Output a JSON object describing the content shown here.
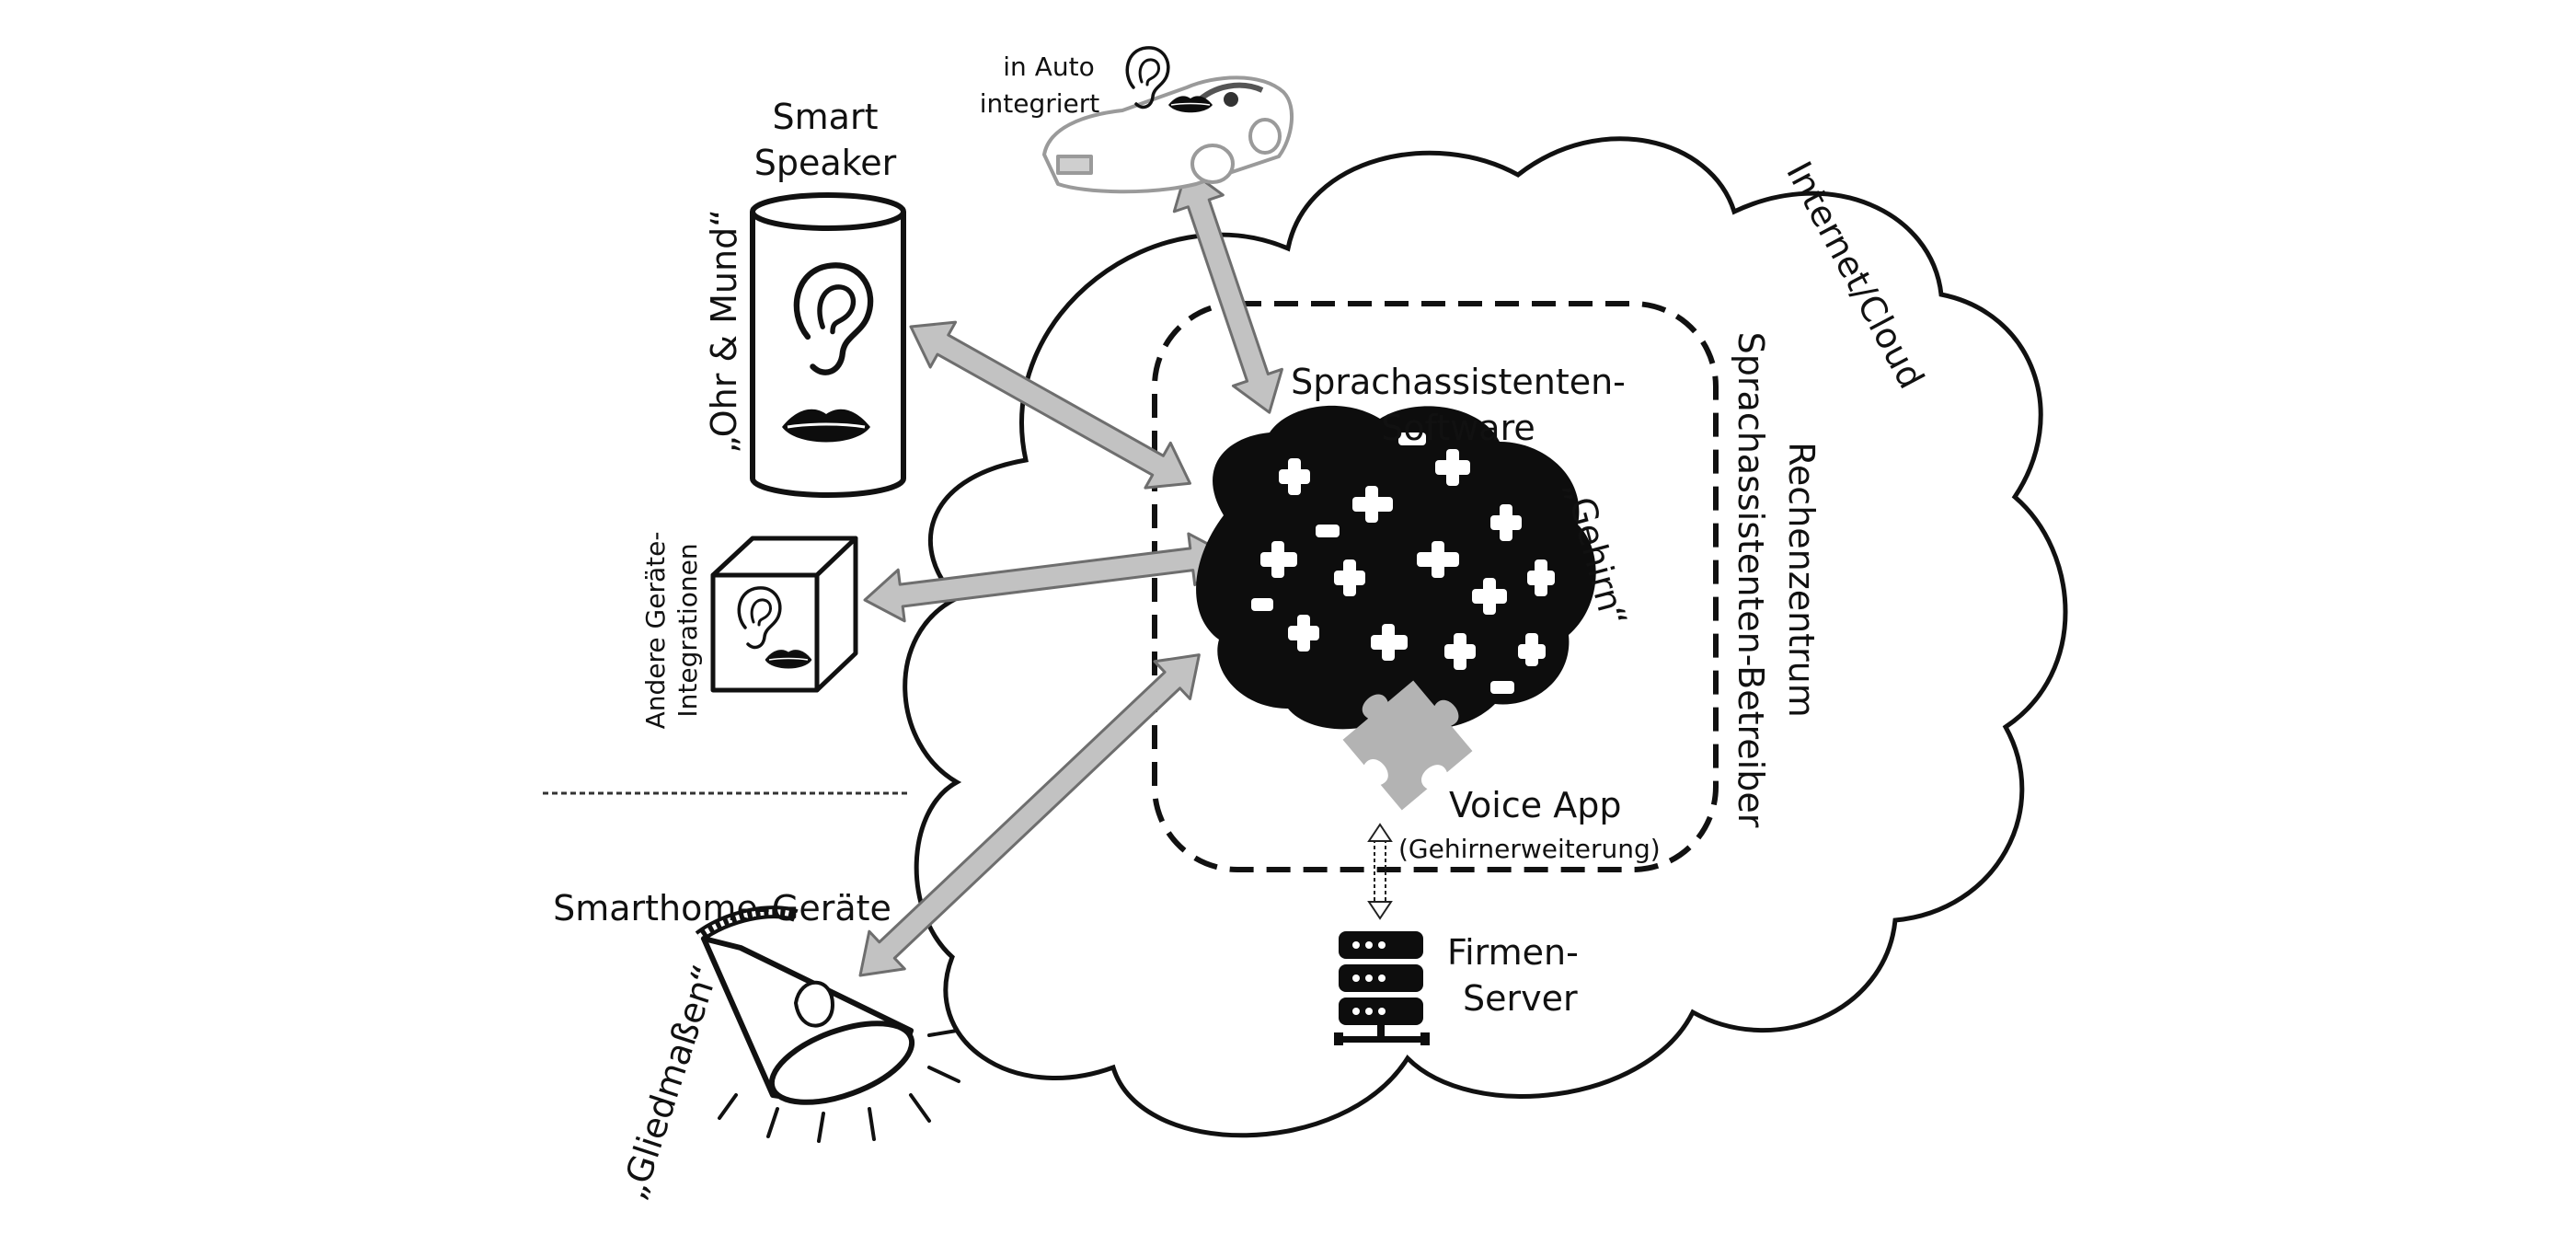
{
  "labels": {
    "smart_speaker_line1": "Smart",
    "smart_speaker_line2": "Speaker",
    "ohr_mund": "„Ohr & Mund“",
    "auto_line1": "in Auto",
    "auto_line2": "integriert",
    "internet_cloud": "Internet/Cloud",
    "software_line1": "Sprachassistenten-",
    "software_line2": "Software",
    "gehirn": "„Gehirn“",
    "betreiber_line1": "Rechenzentrum",
    "betreiber_line2": "Sprachassistenten-Betreiber",
    "andere_line1": "Andere Geräte-",
    "andere_line2": "Integrationen",
    "voice_app": "Voice App",
    "gehirnerweiterung": "(Gehirnerweiterung)",
    "firmen_line1": "Firmen-",
    "firmen_line2": "Server",
    "smarthome": "Smarthome-Geräte",
    "gliedmassen": "„Gliedmaßen“"
  },
  "colors": {
    "line": "#111111",
    "arrow_fill": "#c2c2c2",
    "arrow_stroke": "#6e6e6e",
    "brain": "#0d0d0d",
    "puzzle": "#b3b3b3"
  },
  "icons": [
    "ear-icon",
    "mouth-icon",
    "car-icon",
    "brain-icon",
    "puzzle-piece-icon",
    "server-icon",
    "lamp-icon"
  ]
}
